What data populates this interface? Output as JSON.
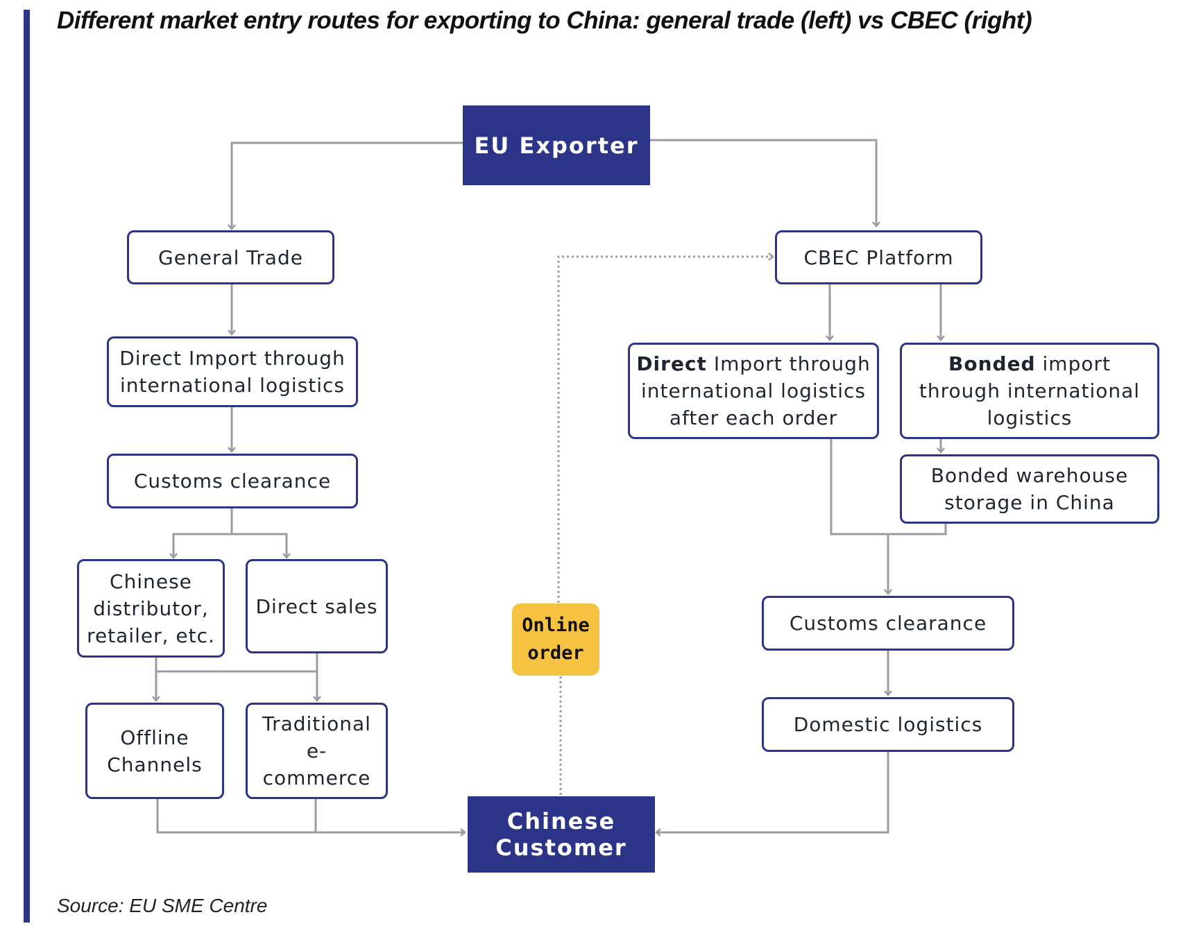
{
  "title": "Different market entry routes for exporting to China: general trade (left) vs CBEC (right)",
  "source": "Source: EU SME Centre",
  "colors": {
    "accent": "#2b3487",
    "connector": "#9a9ca3",
    "order_badge": "#f5c242",
    "box_border": "#2b3487"
  },
  "nodes": {
    "eu_exporter": "EU Exporter",
    "general_trade": "General Trade",
    "gt_direct_import": [
      "Direct Import through",
      "international logistics"
    ],
    "gt_customs": "Customs clearance",
    "gt_distributor": [
      "Chinese",
      "distributor,",
      "retailer, etc."
    ],
    "gt_direct_sales": "Direct sales",
    "gt_offline": [
      "Offline",
      "Channels"
    ],
    "gt_traditional": [
      "Traditional",
      "e-",
      "commerce"
    ],
    "chinese_customer": [
      "Chinese",
      "Customer"
    ],
    "online_order": [
      "Online",
      "order"
    ],
    "cbec_platform": "CBEC Platform",
    "cbec_direct": {
      "bold": "Direct",
      "rest": " Import through",
      "line2": "international logistics",
      "line3": "after each order"
    },
    "cbec_bonded": {
      "bold": "Bonded",
      "rest": " import",
      "line2": "through international",
      "line3": "logistics"
    },
    "cbec_warehouse": [
      "Bonded warehouse",
      "storage in China"
    ],
    "cbec_customs": "Customs clearance",
    "cbec_domestic": "Domestic logistics"
  }
}
